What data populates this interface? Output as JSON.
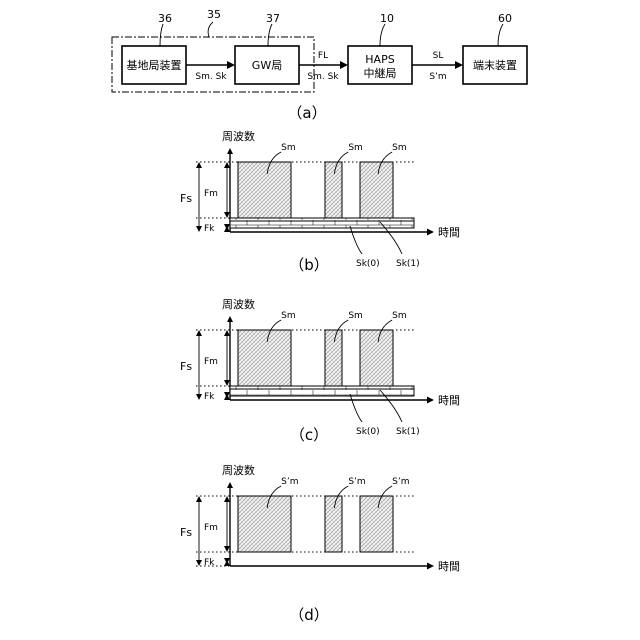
{
  "part_a": {
    "caption": "（a）",
    "frame_ref": "35",
    "nodes": [
      {
        "id": "bs",
        "ref": "36",
        "label": "基地局装置"
      },
      {
        "id": "gw",
        "ref": "37",
        "label": "GW局"
      },
      {
        "id": "haps",
        "ref": "10",
        "label_line1": "HAPS",
        "label_line2": "中継局"
      },
      {
        "id": "term",
        "ref": "60",
        "label": "端末装置"
      }
    ],
    "links": [
      {
        "from": "bs",
        "to": "gw",
        "below": "Sm. Sk"
      },
      {
        "from": "gw",
        "to": "haps",
        "above": "FL",
        "below": "Sm. Sk"
      },
      {
        "from": "haps",
        "to": "term",
        "above": "SL",
        "below": "S’m"
      }
    ]
  },
  "panels": [
    {
      "id": "b",
      "caption": "（b）",
      "y_label": "周波数",
      "x_label": "時間",
      "fs_label": "Fs",
      "fm_label": "Fm",
      "fk_label": "Fk",
      "block_labels": [
        "Sm",
        "Sm",
        "Sm"
      ],
      "has_control_channel": true,
      "control_labels": [
        "Sk(0)",
        "Sk(1)"
      ]
    },
    {
      "id": "c",
      "caption": "（c）",
      "y_label": "周波数",
      "x_label": "時間",
      "fs_label": "Fs",
      "fm_label": "Fm",
      "fk_label": "Fk",
      "block_labels": [
        "Sm",
        "Sm",
        "Sm"
      ],
      "has_control_channel": true,
      "control_labels": [
        "Sk(0)",
        "Sk(1)"
      ]
    },
    {
      "id": "d",
      "caption": "（d）",
      "y_label": "周波数",
      "x_label": "時間",
      "fs_label": "Fs",
      "fm_label": "Fm",
      "fk_label": "Fk",
      "block_labels": [
        "S’m",
        "S’m",
        "S’m"
      ],
      "has_control_channel": false,
      "control_labels": []
    }
  ]
}
